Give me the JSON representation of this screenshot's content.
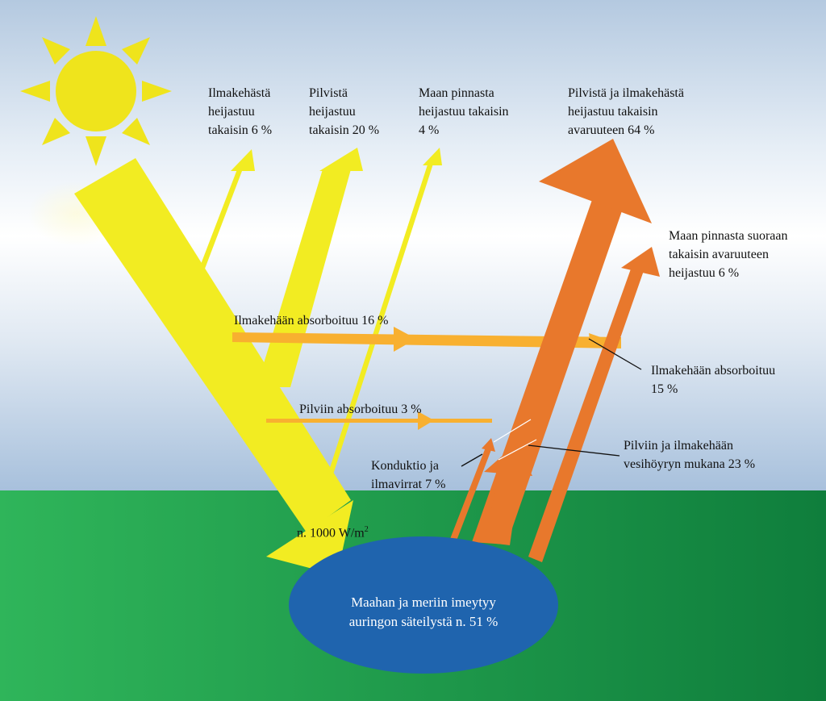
{
  "labels": {
    "atmosphere_reflect": "Ilmakehästä\nheijastuu\ntakaisin 6 %",
    "clouds_reflect": "Pilvistä\nheijastuu\ntakaisin 20 %",
    "surface_reflect": "Maan pinnasta\nheijastuu takaisin\n4 %",
    "space_total": "Pilvistä ja ilmakehästä\nheijastuu takaisin\navaruuteen 64 %",
    "surface_direct": "Maan pinnasta suoraan\ntakaisin avaruuteen\nheijastuu 6 %",
    "atmosphere_absorb_16": "Ilmakehään absorboituu 16 %",
    "atmosphere_absorb_15": "Ilmakehään absorboituu\n15 %",
    "clouds_absorb": "Pilviin absorboituu 3 %",
    "vapor": "Pilviin ja ilmakehään\nvesihöyryn mukana 23 %",
    "conduction": "Konduktio ja\nilmavirrat 7 %",
    "irradiance": "n. 1000 W/m",
    "irradiance_sup": "2",
    "absorbed": "Maahan ja meriin imeytyy\nauringon säteilystä n. 51 %"
  },
  "colors": {
    "sky_top": "#b0c6de",
    "sky_mid": "#ffffff",
    "sky_bottom": "#a9c2de",
    "ground_left": "#2fb55a",
    "ground_right": "#0f7f3d",
    "sun": "#efe41c",
    "solar_arrow": "#f2ec22",
    "absorb_arrow": "#f8b030",
    "infrared_arrow": "#e8782c",
    "earth_ellipse": "#1f64ae"
  }
}
